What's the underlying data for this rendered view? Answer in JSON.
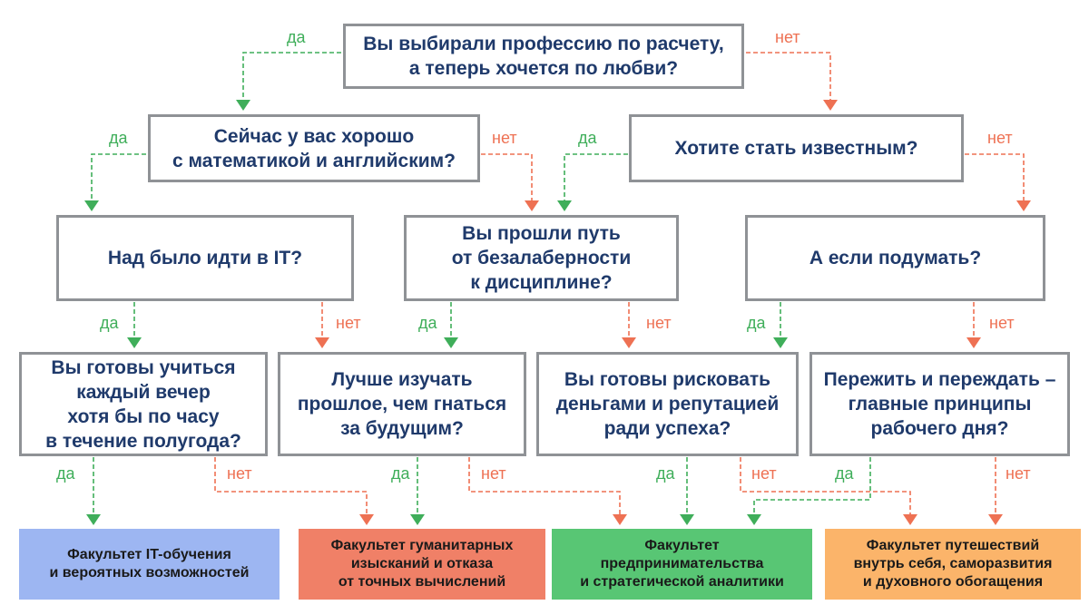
{
  "questions": {
    "q1": "Вы выбирали профессию по расчету,\nа теперь хочется по любви?",
    "q2": "Сейчас у вас хорошо\nс математикой и английским?",
    "q3": "Хотите стать известным?",
    "q4": "Над было идти в IT?",
    "q5": "Вы прошли путь\nот безалаберности\nк дисциплине?",
    "q6": "А если подумать?",
    "q7": "Вы готовы учиться\nкаждый вечер\nхотя бы по часу\nв течение полугода?",
    "q8": "Лучше изучать\nпрошлое, чем гнаться\nза будущим?",
    "q9": "Вы готовы рисковать\nденьгами и репутацией\nради успеха?",
    "q10": "Пережить и переждать –\nглавные принципы\nрабочего дня?"
  },
  "results": {
    "r1": "Факультет IT-обучения\nи вероятных возможностей",
    "r2": "Факультет гуманитарных\nизысканий и отказа\nот точных вычислений",
    "r3": "Факультет\nпредпринимательства\nи стратегической аналитики",
    "r4": "Факультет путешествий\nвнутрь себя, саморазвития\nи духовного обогащения"
  },
  "labels": {
    "yes": "да",
    "no": "нет"
  },
  "colors": {
    "yes": "#3fae5a",
    "no": "#ee7153",
    "box_border": "#8f9296",
    "question_text": "#1f3a6b",
    "result_blue": "#9db6f2",
    "result_red": "#f08067",
    "result_green": "#58c674",
    "result_orange": "#fbb46a"
  }
}
